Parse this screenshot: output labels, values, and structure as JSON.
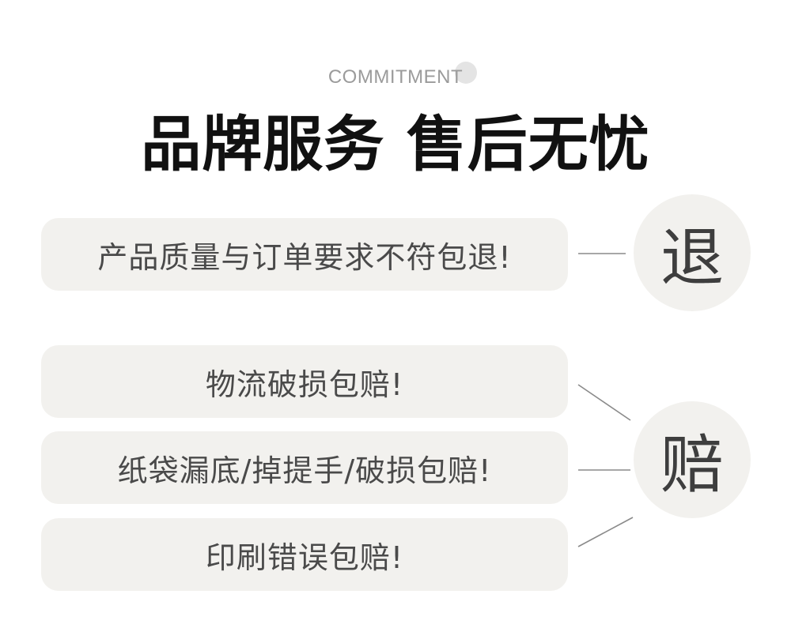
{
  "header": {
    "eyebrow": "COMMITMENT",
    "title": "品牌服务 售后无忧"
  },
  "sections": {
    "return": {
      "badge": "退",
      "items": [
        "产品质量与订单要求不符包退!"
      ]
    },
    "compensation": {
      "badge": "赔",
      "items": [
        "物流破损包赔!",
        "纸袋漏底/掉提手/破损包赔!",
        "印刷错误包赔!"
      ]
    }
  },
  "colors": {
    "pill_background": "#f2f1ee",
    "title_text": "#111111",
    "body_text": "#4a4a4a",
    "eyebrow_text": "#9b9b9b",
    "connector": "#8a8a8a"
  }
}
